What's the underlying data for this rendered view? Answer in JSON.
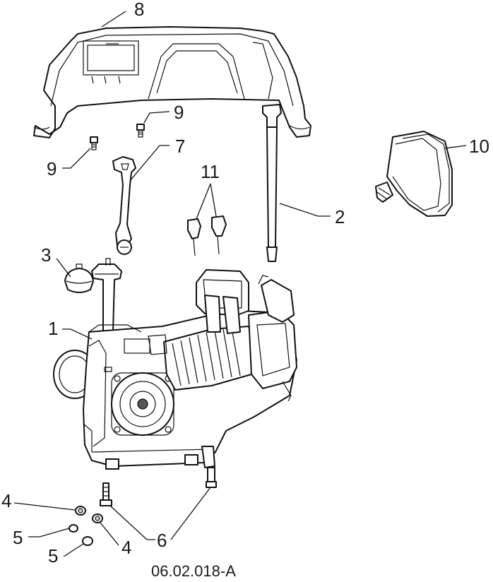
{
  "callouts": {
    "c1": "1",
    "c2": "2",
    "c3": "3",
    "c4a": "4",
    "c4b": "4",
    "c5a": "5",
    "c5b": "5",
    "c6": "6",
    "c7": "7",
    "c8": "8",
    "c9a": "9",
    "c9b": "9",
    "c10": "10",
    "c11": "11"
  },
  "figure_id": "06.02.018-A"
}
